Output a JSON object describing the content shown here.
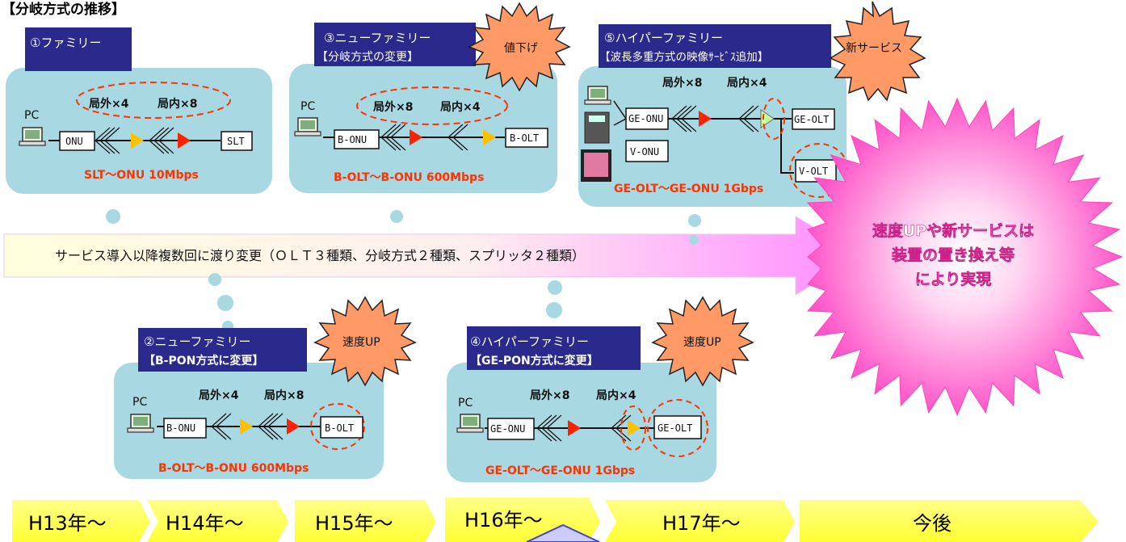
{
  "title": "【分岐方式の推移】",
  "panels": {
    "p1": {
      "label1": "①ファミリー",
      "label2": "",
      "pc": "PC",
      "onu": "ONU",
      "olt": "SLT",
      "outside": "局外×4",
      "inside": "局内×8",
      "speed": "SLT〜ONU  10Mbps"
    },
    "p2": {
      "label1": "②ニューファミリー",
      "label2": "【B-PON方式に変更】",
      "pc": "PC",
      "onu": "B-ONU",
      "olt": "B-OLT",
      "outside": "局外×4",
      "inside": "局内×8",
      "speed": "B-OLT〜B-ONU  600Mbps",
      "burst": "速度UP"
    },
    "p3": {
      "label1": "③ニューファミリー",
      "label2": "【分岐方式の変更】",
      "pc": "PC",
      "onu": "B-ONU",
      "olt": "B-OLT",
      "outside": "局外×8",
      "inside": "局内×4",
      "speed": "B-OLT〜B-ONU  600Mbps",
      "burst": "値下げ"
    },
    "p4": {
      "label1": "④ハイパーファミリー",
      "label2": "【GE-PON方式に変更】",
      "pc": "PC",
      "onu": "GE-ONU",
      "olt": "GE-OLT",
      "outside": "局外×8",
      "inside": "局内×4",
      "speed": "GE-OLT〜GE-ONU 1Gbps",
      "burst": "速度UP"
    },
    "p5": {
      "label1": "⑤ハイパーファミリー",
      "label2": "【波長多重方式の映像ｻｰﾋﾞｽ追加】",
      "onu": "GE-ONU",
      "vonu": "V-ONU",
      "olt": "GE-OLT",
      "volt": "V-OLT",
      "outside": "局外×8",
      "inside": "局内×4",
      "speed": "GE-OLT〜GE-ONU 1Gbps",
      "burst": "新サービス"
    }
  },
  "arrow_text": "サービス導入以降複数回に渡り変更（ＯＬＴ３種類、分岐方式２種類、スプリッタ２種類）",
  "starburst": {
    "line1": "速度UPや新サービスは",
    "line2": "装置の置き換え等",
    "line3": "により実現"
  },
  "timeline": [
    "H13年〜",
    "H14年〜",
    "H15年〜",
    "H16年〜",
    "H17年〜",
    "今後"
  ],
  "colors": {
    "panel": "#a8d8e2",
    "label_bg": "#2a2a8c",
    "speed": "#ff3300",
    "burst": "#ff9966",
    "big_burst": "#ff66cc",
    "timeline": "#ffff66",
    "arrow": "#ffffcc",
    "arrow_tip": "#ff99ff"
  }
}
